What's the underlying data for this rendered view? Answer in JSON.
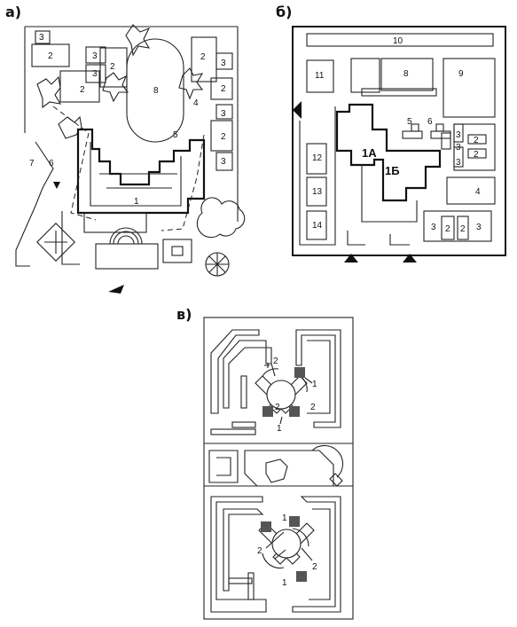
{
  "panels": {
    "a": {
      "letter": "а)",
      "labels": {
        "l1": "1",
        "l2a": "2",
        "l2b": "2",
        "l2c": "2",
        "l2d": "2",
        "l2e": "2",
        "l2f": "2",
        "l3a": "3",
        "l3b": "3",
        "l3c": "3",
        "l3d": "3",
        "l3e": "3",
        "l3f": "3",
        "l4": "4",
        "l5": "5",
        "l6": "6",
        "l7": "7",
        "l8": "8"
      }
    },
    "b": {
      "letter": "б)",
      "labels": {
        "l10": "10",
        "l11": "11",
        "l8": "8",
        "l9": "9",
        "l1a": "1А",
        "l1b": "1Б",
        "l5": "5",
        "l6": "6",
        "l12": "12",
        "l13": "13",
        "l14": "14",
        "l3a": "3",
        "l3b": "3",
        "l3c": "3",
        "l2a": "2",
        "l2b": "2",
        "l4": "4",
        "l3d": "3",
        "l2c": "2",
        "l2d": "2",
        "l3e": "3"
      }
    },
    "c": {
      "letter": "в)",
      "labels": {
        "t2a": "2",
        "t1a": "1",
        "t2b": "2",
        "t2c": "2",
        "t1b": "1",
        "b1a": "1",
        "b2a": "2",
        "b2b": "2",
        "b1b": "1"
      }
    }
  }
}
